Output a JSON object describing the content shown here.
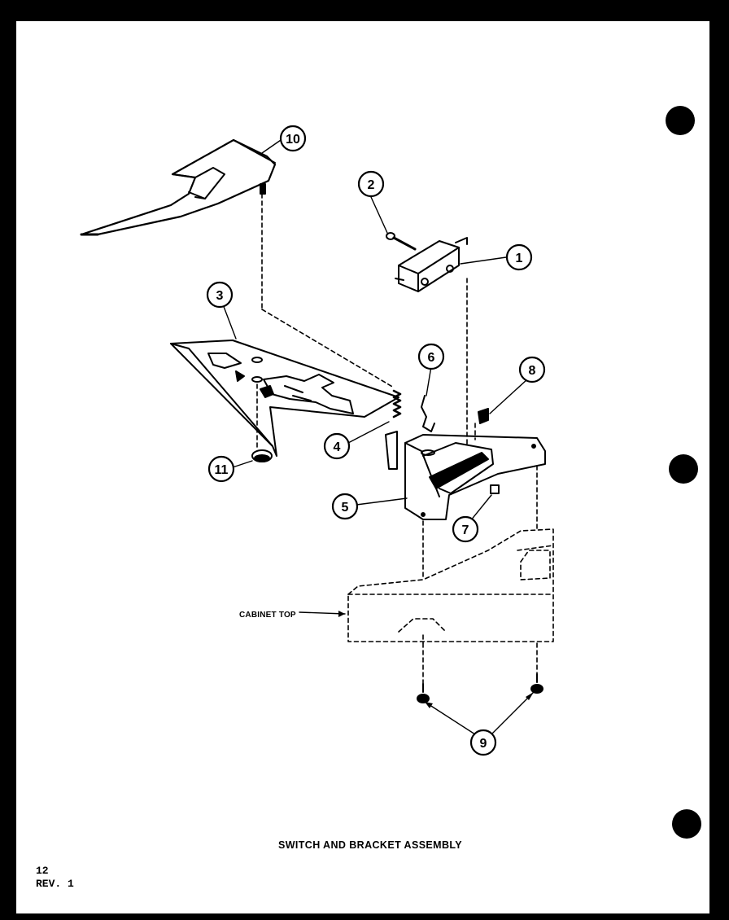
{
  "callouts": [
    "1",
    "2",
    "3",
    "4",
    "5",
    "6",
    "7",
    "8",
    "9",
    "10",
    "11"
  ],
  "labels": {
    "cabinet_top": "CABINET TOP"
  },
  "title": "SWITCH AND BRACKET ASSEMBLY",
  "footer": {
    "page_number": "12",
    "revision": "REV. 1"
  }
}
